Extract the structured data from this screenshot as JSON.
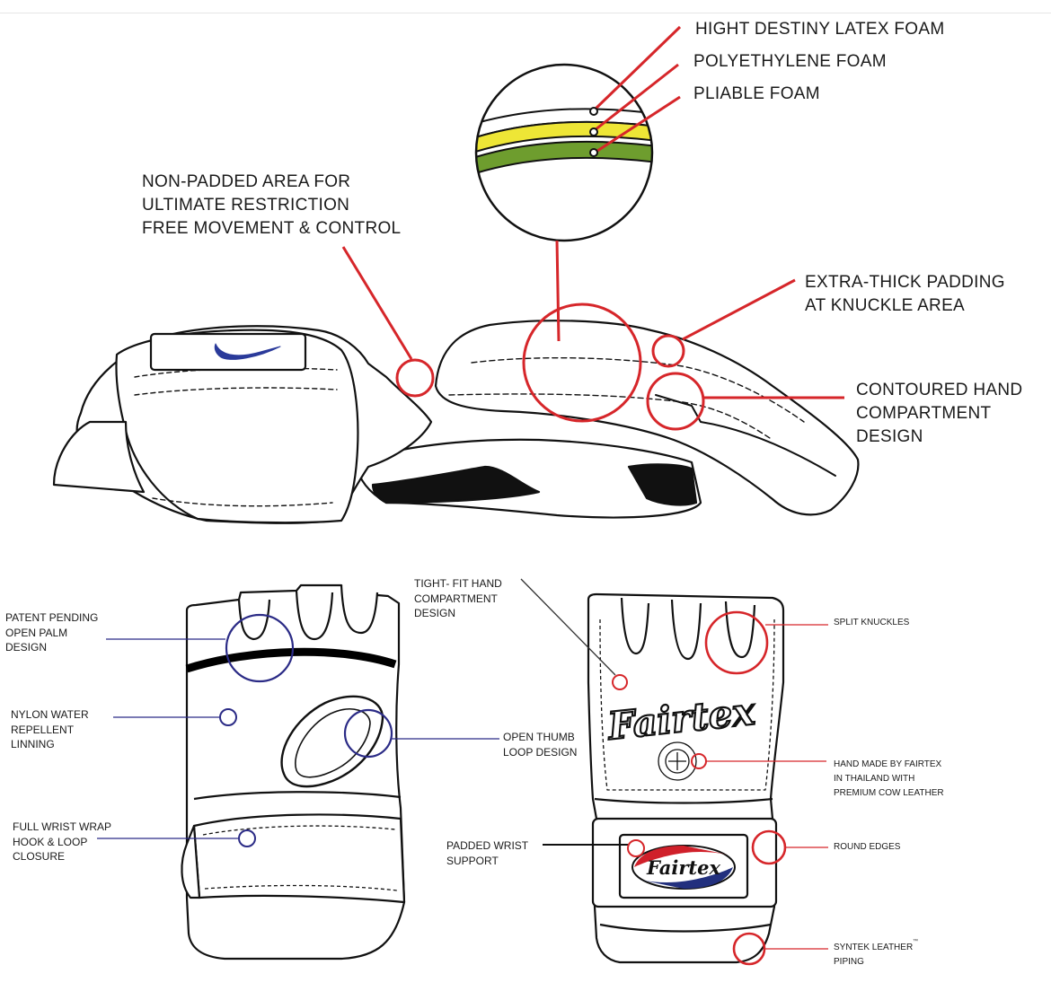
{
  "foam_callouts": {
    "latex": "HIGHT DESTINY LATEX FOAM",
    "polyethylene": "POLYETHYLENE FOAM",
    "pliable": "PLIABLE FOAM"
  },
  "side_view_callouts": {
    "non_padded": "NON-PADDED AREA FOR\nULTIMATE RESTRICTION\nFREE MOVEMENT & CONTROL",
    "extra_thick": "EXTRA-THICK PADDING\nAT KNUCKLE AREA",
    "contoured": "CONTOURED HAND\nCOMPARTMENT DESIGN"
  },
  "palm_view_callouts": {
    "open_palm": "PATENT PENDING\nOPEN PALM\nDESIGN",
    "nylon": "NYLON WATER\nREPELLENT\nLINNING",
    "wrist_wrap": "FULL WRIST WRAP\nHOOK & LOOP\nCLOSURE",
    "thumb_loop": "OPEN THUMB\nLOOP DESIGN",
    "tight_fit": "TIGHT- FIT HAND\nCOMPARTMENT\nDESIGN"
  },
  "back_view_callouts": {
    "split_knuckles": "SPLIT KNUCKLES",
    "hand_made": "HAND MADE BY FAIRTEX\nIN THAILAND WITH\nPREMIUM COW LEATHER",
    "round_edges": "ROUND EDGES",
    "padded_wrist": "PADDED WRIST\nSUPPORT",
    "piping": "SYNTEK LEATHER\nPIPING",
    "trademark": "™"
  },
  "logos": {
    "fairtex_script": "Fairtex",
    "fairtex_badge": "Fairtex"
  },
  "colors": {
    "callout_red": "#d6262a",
    "callout_blue": "#2b2b86",
    "foam_yellow": "#eee636",
    "foam_green": "#6e9d2e",
    "outline": "#111111",
    "logo_red": "#d0202a",
    "logo_blue": "#22307e"
  }
}
